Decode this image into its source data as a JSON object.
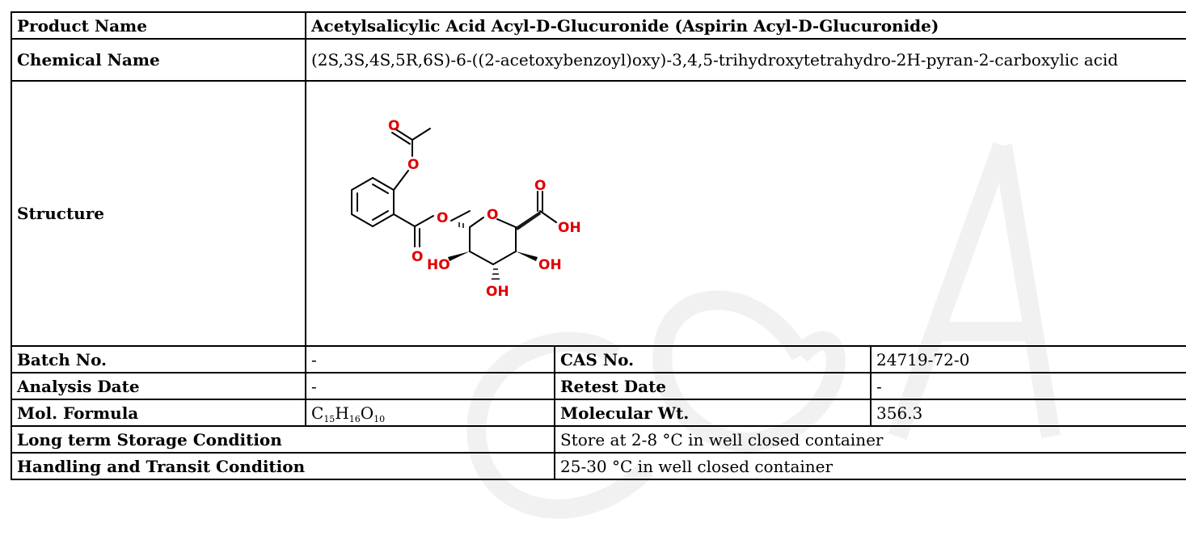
{
  "product_name_label": "Product Name",
  "product_name_value": "Acetylsalicylic Acid Acyl-D-Glucuronide (Aspirin Acyl-D-Glucuronide)",
  "chemical_name_label": "Chemical Name",
  "chemical_name_value": "(2S,3S,4S,5R,6S)-6-((2-acetoxybenzoyl)oxy)-3,4,5-trihydroxytetrahydro-2H-pyran-2-carboxylic acid",
  "structure_label": "Structure",
  "structure_atoms": {
    "o_acetyl_carbonyl": "O",
    "o_ester_link": "O",
    "o_glycosidic": "O",
    "o_ring": "O",
    "o_acid_carbonyl": "O",
    "oh_acid": "OH",
    "o_benzoyl_carbonyl": "O",
    "oh_left": "HO",
    "oh_right": "OH",
    "oh_bottom": "OH"
  },
  "batch_no_label": "Batch No.",
  "batch_no_value": "-",
  "cas_label": "CAS No.",
  "cas_value": "24719-72-0",
  "analysis_date_label": "Analysis Date",
  "analysis_date_value": "-",
  "retest_date_label": "Retest Date",
  "retest_date_value": "-",
  "mol_formula_label": "Mol. Formula",
  "mol_formula": {
    "c": "C",
    "c_n": "15",
    "h": "H",
    "h_n": "16",
    "o": "O",
    "o_n": "10"
  },
  "mol_wt_label": "Molecular Wt.",
  "mol_wt_value": "356.3",
  "storage_label": "Long term Storage Condition",
  "storage_value": "Store at 2-8 °C in well closed container",
  "transit_label": "Handling and Transit Condition",
  "transit_value": "25-30 °C in well closed container",
  "colors": {
    "heteroatom": "#e00000",
    "bond": "#000000",
    "watermark": "#f2f2f2"
  }
}
